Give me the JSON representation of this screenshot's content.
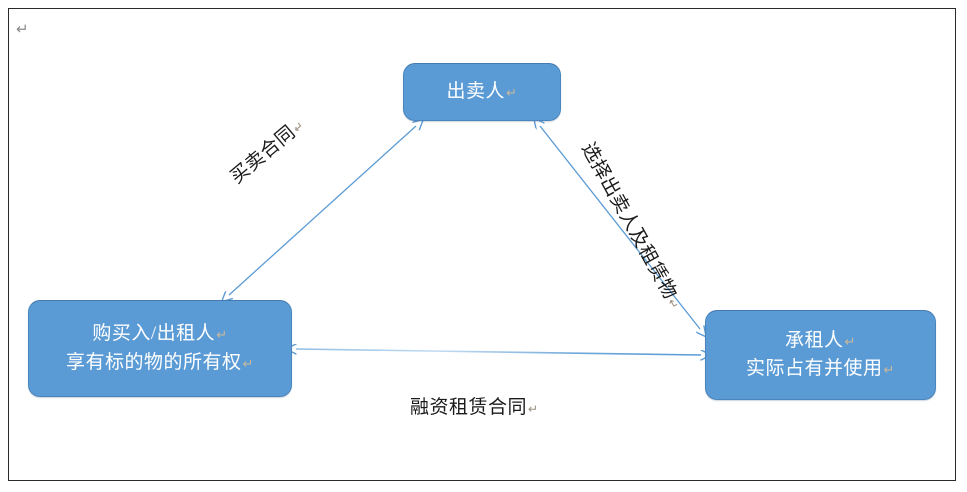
{
  "document": {
    "paragraph_mark": "↵",
    "page_border_color": "#2a2a2a",
    "background_color": "#ffffff"
  },
  "theme": {
    "node_fill": "#5B9BD5",
    "node_border": "#4a86bd",
    "node_text": "#ffffff",
    "connector_color": "#5B9BD5",
    "connector_light": "#A6C9E8",
    "label_text": "#1a1a1a"
  },
  "diagram": {
    "type": "triangle-relationship",
    "nodes": [
      {
        "id": "seller",
        "lines": [
          "出卖人"
        ],
        "pilcrow": "↵",
        "position": "top-center"
      },
      {
        "id": "lessor",
        "lines": [
          "购买入/出租人",
          "享有标的物的所有权"
        ],
        "pilcrow": "↵",
        "position": "bottom-left"
      },
      {
        "id": "lessee",
        "lines": [
          "承租人",
          "实际占有并使用"
        ],
        "pilcrow": "↵",
        "position": "bottom-right"
      }
    ],
    "edges": [
      {
        "id": "sales-contract",
        "label": "买卖合同",
        "pilcrow": "↵",
        "from": "lessor",
        "to": "seller",
        "arrow": "double",
        "rotation_deg": -40
      },
      {
        "id": "choose-seller-and-goods",
        "label": "选择出卖人及租赁物",
        "pilcrow": "↵",
        "from": "lessee",
        "to": "seller",
        "arrow": "double",
        "rotation_deg": 61
      },
      {
        "id": "financial-lease-contract",
        "label": "融资租赁合同",
        "pilcrow": "↵",
        "from": "lessor",
        "to": "lessee",
        "arrow": "double",
        "rotation_deg": 0
      }
    ]
  }
}
